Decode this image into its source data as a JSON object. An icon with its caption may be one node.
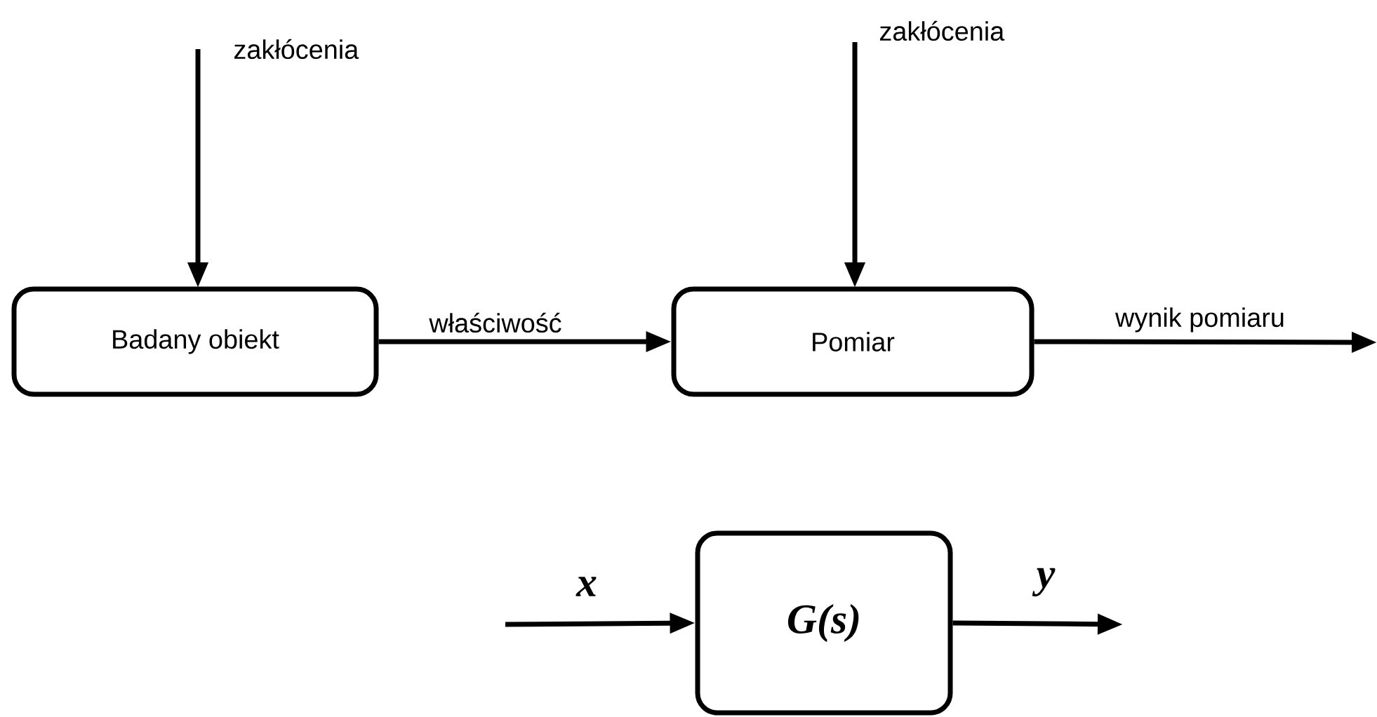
{
  "diagram": {
    "nodes": [
      {
        "text": [
          "Badany obiekt"
        ]
      },
      {
        "text": [
          "Pomiar"
        ]
      },
      {
        "text": [
          "G(s)"
        ]
      }
    ],
    "edges": [
      {
        "from": null,
        "to": 0,
        "arrow": "to",
        "label": "zakłócenia"
      },
      {
        "from": null,
        "to": 1,
        "arrow": "to",
        "label": "zakłócenia"
      },
      {
        "from": 0,
        "to": 1,
        "arrow": "to",
        "label": "właściwość"
      },
      {
        "from": 1,
        "to": null,
        "arrow": "to",
        "label": "wynik pomiaru"
      },
      {
        "from": null,
        "to": 2,
        "arrow": "to",
        "label": "x"
      },
      {
        "from": 2,
        "to": null,
        "arrow": "to",
        "label": "y"
      }
    ]
  }
}
